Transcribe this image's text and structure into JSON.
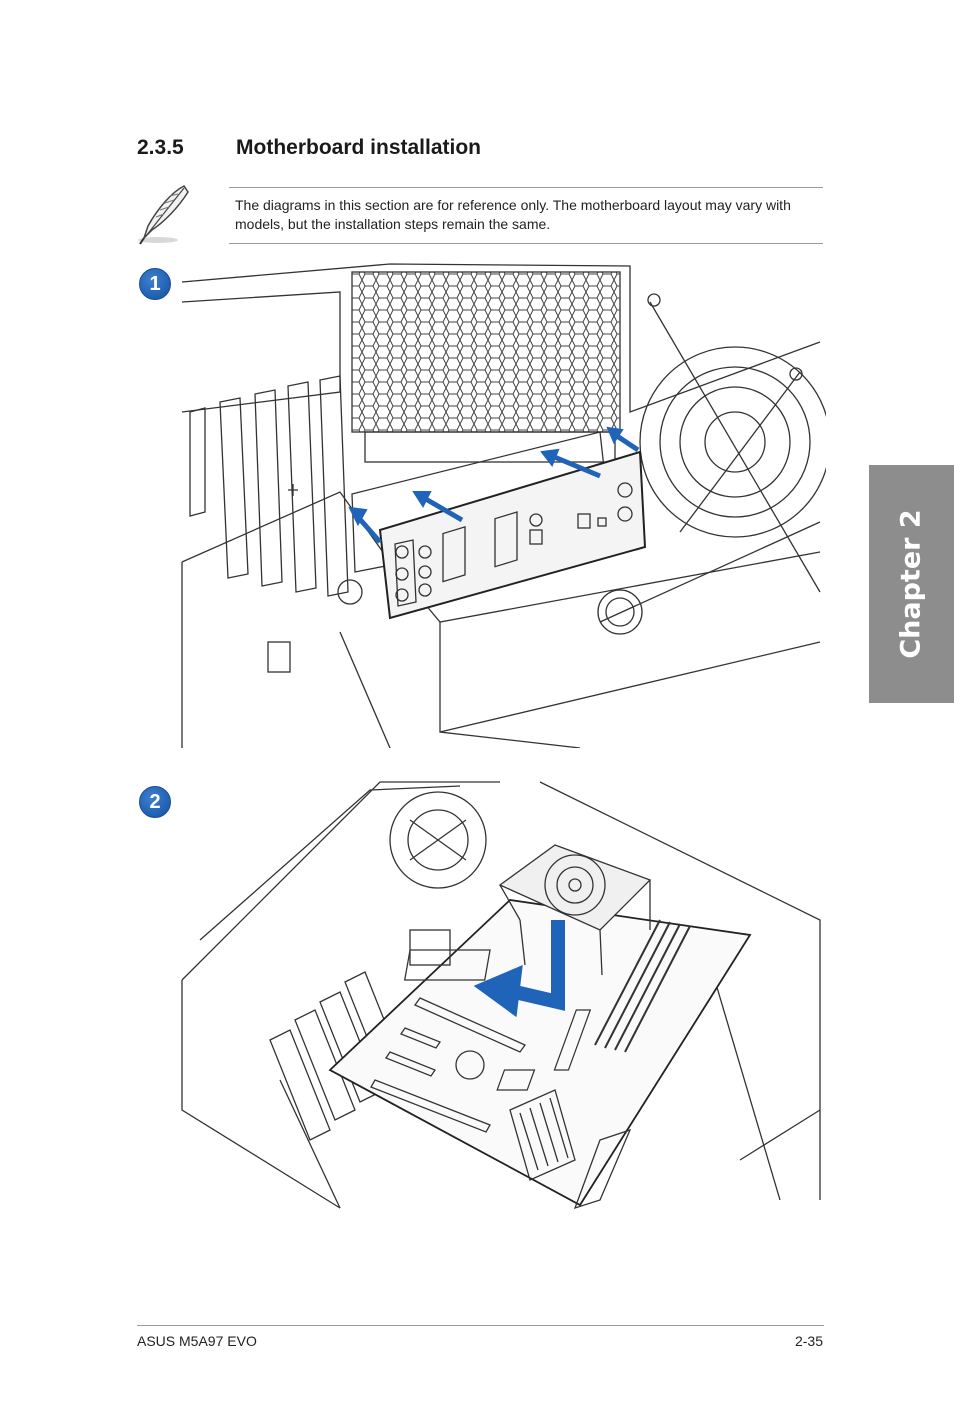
{
  "section": {
    "number": "2.3.5",
    "title": "Motherboard installation"
  },
  "note": {
    "icon": "quill-pen-icon",
    "text": "The diagrams in this section are for reference only. The motherboard layout may vary with models, but the installation steps remain the same."
  },
  "steps": [
    {
      "label": "1",
      "diagram": "I/O shield insertion into chassis rear panel"
    },
    {
      "label": "2",
      "diagram": "Motherboard placement into chassis"
    }
  ],
  "chapter_tab": {
    "label": "Chapter 2"
  },
  "footer": {
    "left": "ASUS M5A97 EVO",
    "right": "2-35"
  },
  "colors": {
    "arrow_blue": "#1f64b8",
    "badge_blue": "#1f5fb0",
    "chapter_tab_gray": "#8d8d8d",
    "line_art": "#333333"
  }
}
